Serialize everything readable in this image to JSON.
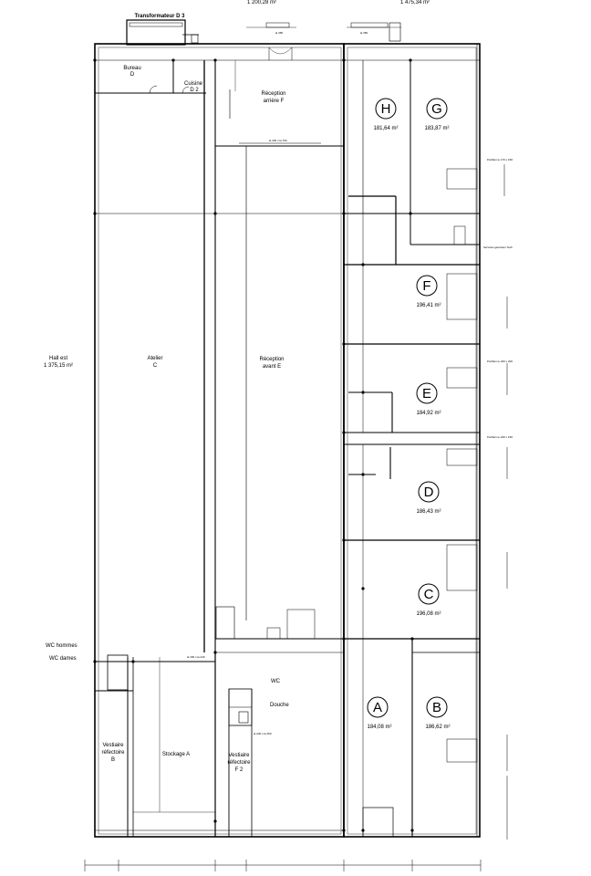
{
  "header": {
    "area_left": "1 200,28 m²",
    "area_right": "1 475,34 m²",
    "transformer": "Transformateur D 3"
  },
  "rooms": {
    "bureau_name": "Bureau",
    "bureau_code": "D",
    "cuisine_name": "Cuisine",
    "cuisine_code": "D 2",
    "reception_arriere_name": "Réception",
    "reception_arriere_code": "arrière  F",
    "hall_est_name": "Hall est",
    "hall_est_area": "1 375,15 m²",
    "atelier_name": "Atelier",
    "atelier_code": "C",
    "reception_avant_name": "Réception",
    "reception_avant_code": "avant  E",
    "wc_hommes": "WC hommes",
    "wc_dames": "WC dames",
    "wc": "WC",
    "douche": "Douche",
    "vestiaire_b_l1": "Vestiaire",
    "vestiaire_b_l2": "réfectoire",
    "vestiaire_b_code": "B",
    "stockage_a": "Stockage A",
    "vestiaire_f2_l1": "Vestiaire",
    "vestiaire_f2_l2": "réfectoire",
    "vestiaire_f2_code": "F 2"
  },
  "cells": [
    {
      "letter": "H",
      "area": "181,64 m²"
    },
    {
      "letter": "G",
      "area": "183,87 m²"
    },
    {
      "letter": "F",
      "area": "196,41 m²"
    },
    {
      "letter": "E",
      "area": "184,92 m²"
    },
    {
      "letter": "D",
      "area": "186,43 m²"
    },
    {
      "letter": "C",
      "area": "196,08 m²"
    },
    {
      "letter": "A",
      "area": "184,08 m²"
    },
    {
      "letter": "B",
      "area": "186,62 m²"
    }
  ],
  "annotations": {
    "portillon_1": "Portillon le 170 x 150",
    "portillon_2": "Portillon le 220 x 200",
    "portillon_3": "Portillon le 220 x 150",
    "services": "Services généraux Tech",
    "dock_1": "la 330 x la 700",
    "dock_2": "la 330 x la 240",
    "dock_3": "la 230 x la 250",
    "door_top": "la 350",
    "door_top2": "la 350"
  }
}
